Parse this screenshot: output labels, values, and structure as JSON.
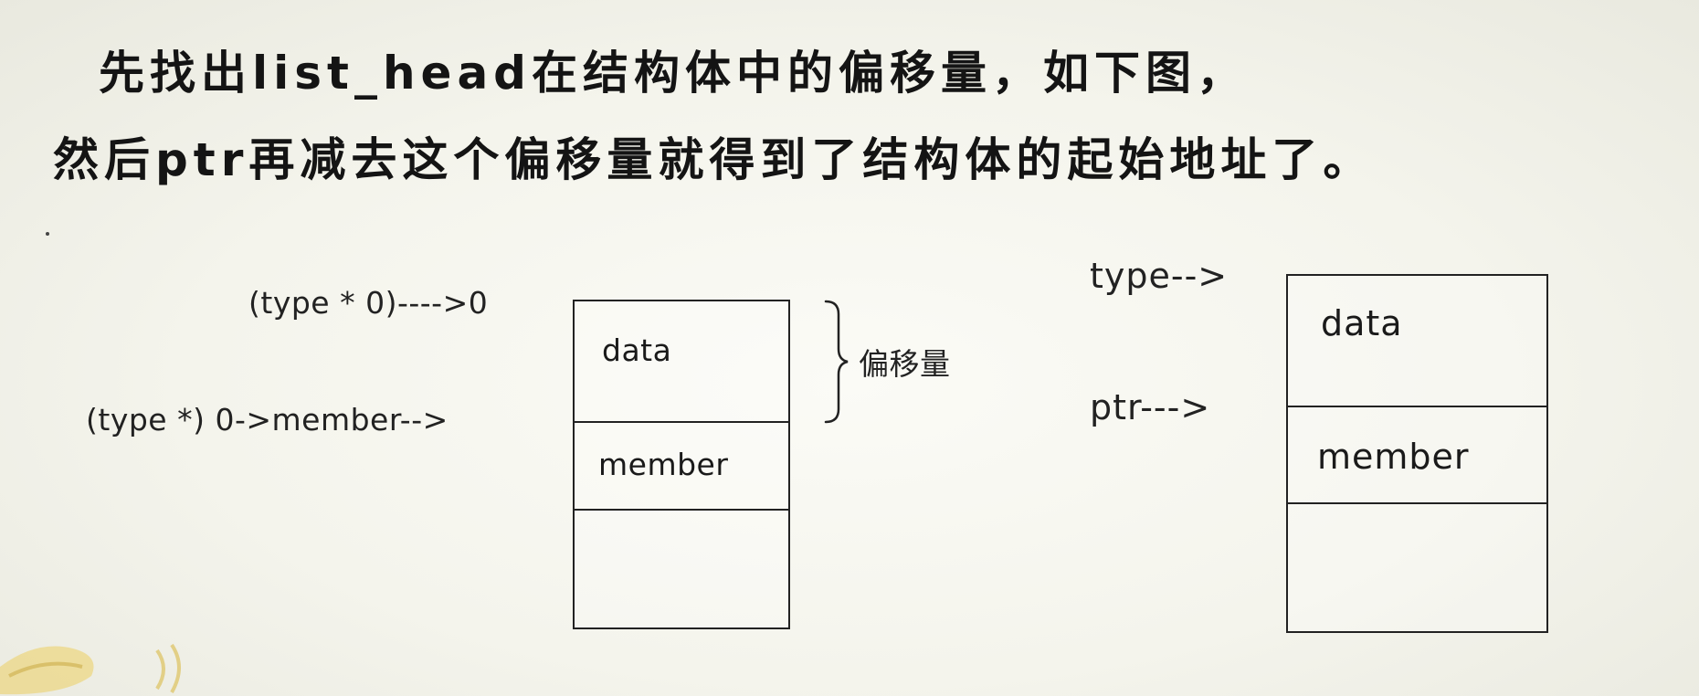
{
  "text": {
    "line1": "先找出list_head在结构体中的偏移量，如下图，",
    "line2": "然后ptr再减去这个偏移量就得到了结构体的起始地址了。"
  },
  "left_diagram": {
    "label_type_zero": "(type * 0)---->0",
    "label_member": "(type *) 0->member-->",
    "brace_label": "偏移量",
    "cells": {
      "data": "data",
      "member": "member",
      "empty": ""
    }
  },
  "right_diagram": {
    "label_type": "type-->",
    "label_ptr": "ptr--->",
    "cells": {
      "data": "data",
      "member": "member",
      "empty": ""
    }
  },
  "colors": {
    "background": "#f4f4ec",
    "text": "#141414",
    "lines": "#222222",
    "decoration": "#e8d48a"
  }
}
